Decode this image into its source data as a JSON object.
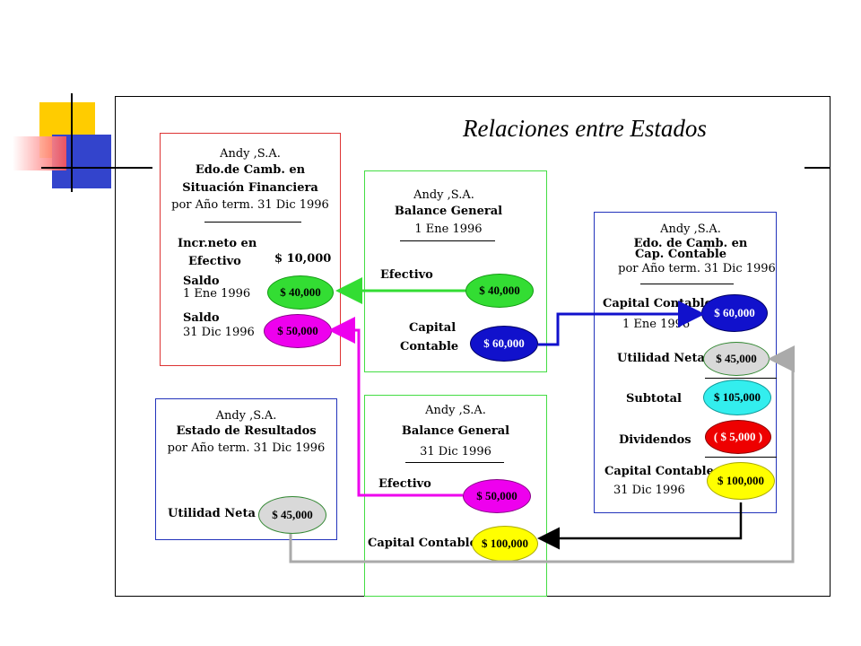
{
  "title": "Relaciones entre Estados",
  "colors": {
    "green": "#33dd33",
    "magenta": "#ee00ee",
    "blue": "#1111cc",
    "yellow": "#ffff00",
    "gray": "#d9d9d9",
    "cyan": "#33eeee",
    "red": "#ee0000",
    "box_red": "#dd3333",
    "box_green": "#44dd44",
    "box_blue": "#2233bb",
    "deco_yellow": "#ffcc00",
    "deco_red": "#ff6666",
    "deco_blue": "#3344cc"
  },
  "box_fin": {
    "company": "Andy ,S.A.",
    "line1": "Edo.de Camb. en",
    "line2": "Situación Financiera",
    "period": "por Año term. 31 Dic 1996",
    "incr_label_1": "Incr.neto en",
    "incr_label_2": "Efectivo",
    "incr_value": "$ 10,000",
    "saldo1_label": "Saldo",
    "saldo1_date": "1 Ene 1996",
    "saldo1_value": "$ 40,000",
    "saldo2_label": "Saldo",
    "saldo2_date": "31 Dic 1996",
    "saldo2_value": "$ 50,000"
  },
  "box_bg1": {
    "company": "Andy ,S.A.",
    "line1": "Balance General",
    "date": "1 Ene 1996",
    "efectivo_label": "Efectivo",
    "efectivo_value": "$ 40,000",
    "capital_label_1": "Capital",
    "capital_label_2": "Contable",
    "capital_value": "$ 60,000"
  },
  "box_cap": {
    "company": "Andy ,S.A.",
    "line1": "Edo. de Camb. en",
    "line2": "Cap. Contable",
    "period": "por Año term. 31 Dic 1996",
    "capital_label": "Capital Contable",
    "capital_date": "1 Ene 1996",
    "capital_value": "$ 60,000",
    "utilidad_label": "Utilidad Neta",
    "utilidad_value": "$ 45,000",
    "subtotal_label": "Subtotal",
    "subtotal_value": "$ 105,000",
    "dividendos_label": "Dividendos",
    "dividendos_value": "( $ 5,000 )",
    "capital2_label": "Capital Contable",
    "capital2_date": "31 Dic 1996",
    "capital2_value": "$ 100,000"
  },
  "box_res": {
    "company": "Andy ,S.A.",
    "line1": "Estado de Resultados",
    "period": "por Año term. 31 Dic 1996",
    "utilidad_label": "Utilidad Neta",
    "utilidad_value": "$ 45,000"
  },
  "box_bg2": {
    "company": "Andy ,S.A.",
    "line1": "Balance General",
    "date": "31 Dic 1996",
    "efectivo_label": "Efectivo",
    "efectivo_value": "$ 50,000",
    "capital_label": "Capital Contable",
    "capital_value": "$ 100,000"
  }
}
